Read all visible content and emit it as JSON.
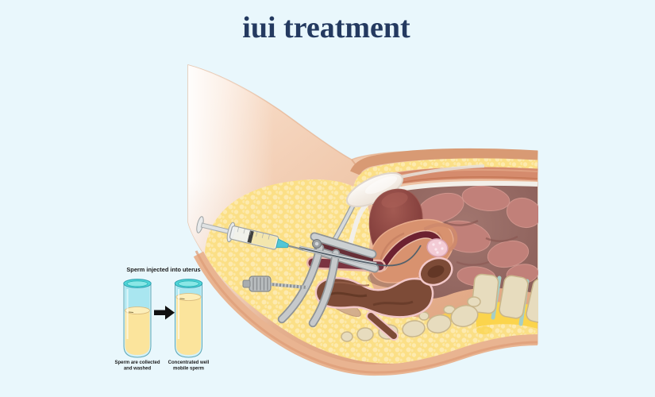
{
  "header": {
    "title": "iui treatment",
    "color": "#243a60"
  },
  "colors": {
    "background": "#e9f7fc",
    "skin": "#f2cdb2",
    "skin_cut": "#d89a74",
    "fat": "#fbdf86",
    "fat_bright": "#fbd44c",
    "muscle": "#d58b6d",
    "peritoneum": "#f2efe9",
    "cavity": "#8d625e",
    "intestine": "#c18079",
    "bladder": "#f8f4ef",
    "uterus_outer": "#d8926f",
    "uterus_cavity": "#6d2231",
    "uterus_fundus": "#8a4140",
    "ovary": "#f3cbd5",
    "rectum": "#7d4b37",
    "rectum_outline": "#f2c8c9",
    "bone": "#e7dcbe",
    "disc": "#a5cec6",
    "instrument_light": "#ccd0d2",
    "syringe_liquid": "#f3e6ae",
    "needle_hub": "#52c6d6",
    "tube_glass": "#a9e6f0",
    "tube_rim": "#4fd6d8",
    "tube_liquid": "#fbe49c",
    "arrow": "#111111",
    "label_text": "#1b1b1b"
  },
  "inset": {
    "heading": "Sperm injected into uterus",
    "tubes": [
      {
        "name": "collected-washed",
        "label_lines": [
          "Sperm are collected",
          "and washed"
        ],
        "fill_percent": 63
      },
      {
        "name": "concentrated",
        "label_lines": [
          "Concentrated well",
          "mobile sperm"
        ],
        "fill_percent": 82
      }
    ]
  }
}
